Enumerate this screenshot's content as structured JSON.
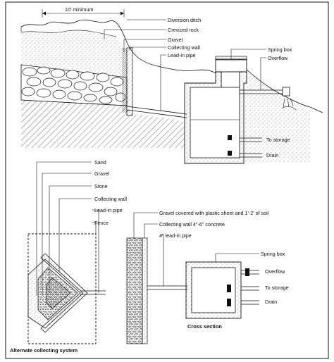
{
  "top_diagram": {
    "dimension_label": "10' minimum",
    "labels": {
      "diversion_ditch": "Diversion ditch",
      "creviced_rock": "Creviced rock",
      "gravel": "Gravel",
      "collecting_wall": "Collecting wall",
      "lead_in_pipe": "Lead-in pipe",
      "spring_box": "Spring box",
      "overflow": "Overflow",
      "to_storage": "To storage",
      "drain": "Drain"
    }
  },
  "alternate_system": {
    "caption": "Alternate collecting system",
    "labels": {
      "sand": "Sand",
      "gravel": "Gravel",
      "stone": "Stone",
      "collecting_wall": "Collecting wall",
      "lead_in_pipe": "Lead-in pipe",
      "fence": "Fence"
    }
  },
  "cross_section": {
    "caption": "Cross section",
    "labels": {
      "gravel_covered": "Gravel covered with plastic sheet and 1'-2' of soil",
      "collecting_wall": "Collecting wall 4\"-6\" concrete",
      "lead_in_pipe": "4\" lead-in pipe",
      "spring_box": "Spring box",
      "overflow": "Overflow",
      "to_storage": "To storage",
      "drain": "Drain"
    }
  }
}
